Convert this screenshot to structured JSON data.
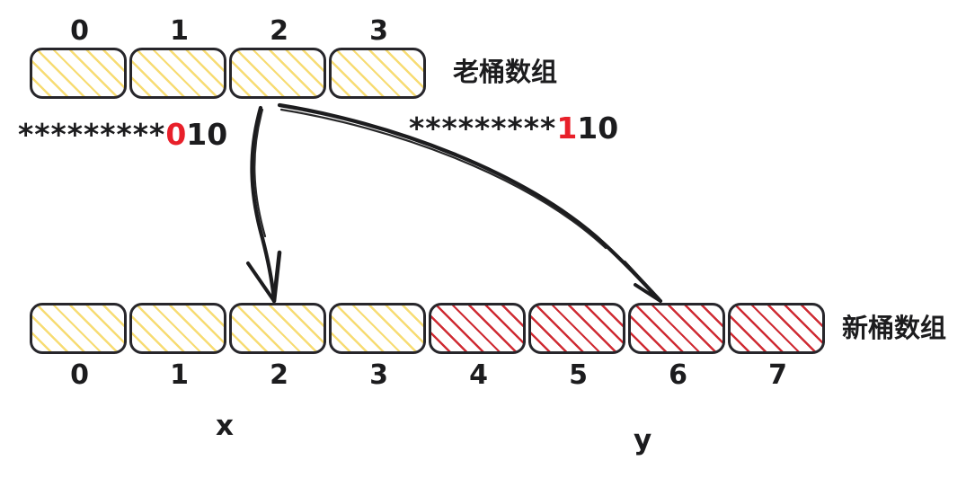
{
  "diagram": {
    "title_old_array": "老桶数组",
    "title_new_array": "新桶数组",
    "old_array": {
      "indices": [
        "0",
        "1",
        "2",
        "3"
      ],
      "fills": [
        "yellow",
        "yellow",
        "yellow",
        "yellow"
      ]
    },
    "new_array": {
      "indices": [
        "0",
        "1",
        "2",
        "3",
        "4",
        "5",
        "6",
        "7"
      ],
      "fills": [
        "yellow",
        "yellow",
        "yellow",
        "yellow",
        "red",
        "red",
        "red",
        "red"
      ]
    },
    "hash_labels": {
      "left": {
        "stars": "*********",
        "highlight_bit": "0",
        "rest_bits": "10"
      },
      "right": {
        "stars": "*********",
        "highlight_bit": "1",
        "rest_bits": "10"
      }
    },
    "variables": {
      "low": "x",
      "high": "y"
    },
    "colors": {
      "yellow_hatch": "#f7dc73",
      "red_hatch": "#cf2b33",
      "highlight_red": "#e8202a",
      "stroke": "#27262b"
    }
  }
}
